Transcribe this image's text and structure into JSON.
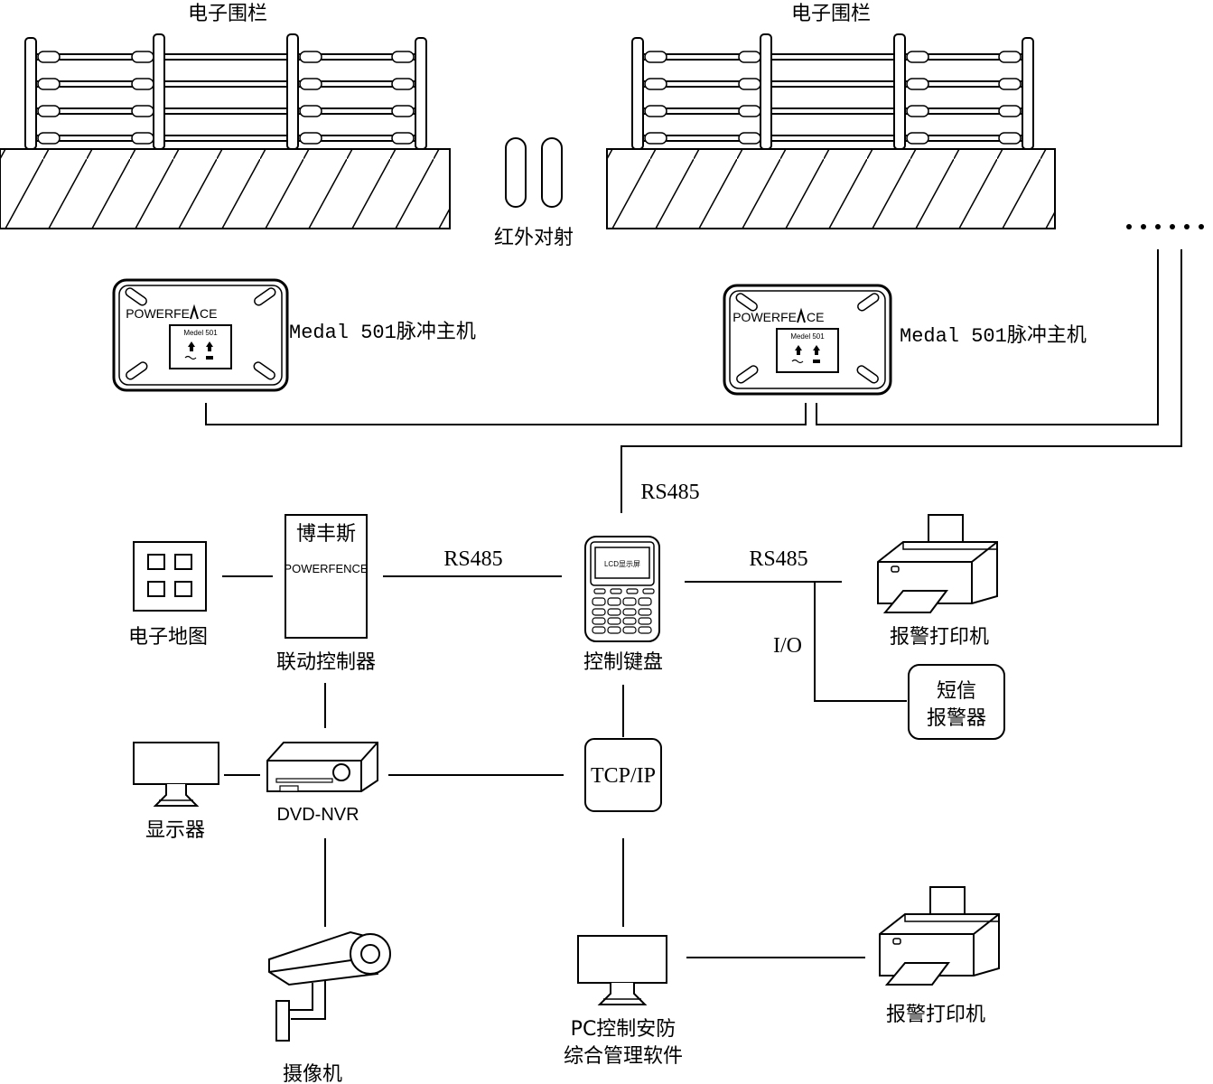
{
  "fences": {
    "left_label": "电子围栏",
    "right_label": "电子围栏"
  },
  "infrared": {
    "label": "红外对射"
  },
  "ellipsis": {
    "label": "……"
  },
  "pulse_hosts": {
    "brand": "POWERFE",
    "brand_suffix": "CE",
    "model_plate": "Medel 501",
    "left_label": "Medal 501脉冲主机",
    "right_label": "Medal 501脉冲主机"
  },
  "links": {
    "rs485_top": "RS485",
    "rs485_left": "RS485",
    "rs485_right": "RS485",
    "io": "I/O"
  },
  "map": {
    "label": "电子地图"
  },
  "linkage": {
    "name_cn": "博丰斯",
    "name_en": "POWERFENCE",
    "label": "联动控制器"
  },
  "keypad": {
    "screen": "LCD显示屏",
    "label": "控制键盘"
  },
  "printer_top": {
    "label": "报警打印机"
  },
  "sms": {
    "line1": "短信",
    "line2": "报警器"
  },
  "monitor": {
    "label": "显示器"
  },
  "nvr": {
    "label": "DVD-NVR"
  },
  "tcpip": {
    "label": "TCP/IP"
  },
  "camera": {
    "label": "摄像机"
  },
  "pc": {
    "line1": "PC控制安防",
    "line2": "综合管理软件"
  },
  "printer_bottom": {
    "label": "报警打印机"
  }
}
